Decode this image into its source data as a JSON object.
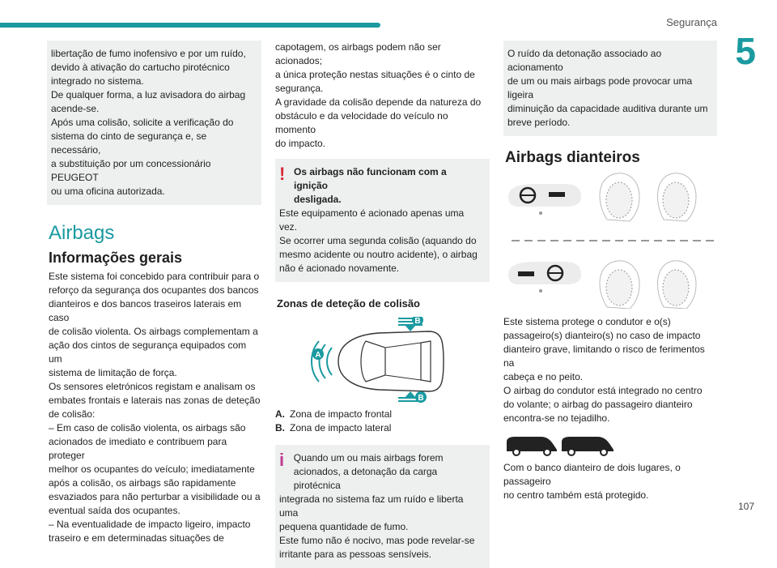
{
  "header": {
    "section": "Segurança",
    "chapter": "5",
    "page": "107"
  },
  "col1": {
    "box_lines": [
      "libertação de fumo inofensivo e por um ruído,",
      "devido à ativação do cartucho pirotécnico",
      "integrado no sistema.",
      "De qualquer forma, a luz avisadora do airbag",
      "acende-se.",
      "Após uma colisão, solicite a verificação do",
      "sistema do cinto de segurança e, se necessário,",
      "a substituição por um concessionário PEUGEOT",
      "ou uma oficina autorizada."
    ],
    "title_airbags": "Airbags",
    "title_info": "Informações gerais",
    "body_lines": [
      "Este sistema foi concebido para contribuir para o",
      "reforço da segurança dos ocupantes dos bancos",
      "dianteiros e dos bancos traseiros laterais em caso",
      "de colisão violenta. Os airbags complementam a",
      "ação dos cintos de segurança equipados com um",
      "sistema de limitação de força.",
      "Os sensores eletrónicos registam e analisam os",
      "embates frontais e laterais nas zonas de deteção",
      "de colisão:",
      "–  Em caso de colisão violenta, os airbags são",
      "acionados de imediato e contribuem para proteger",
      "melhor os ocupantes do veículo; imediatamente",
      "após a colisão, os airbags são rapidamente",
      "esvaziados para não perturbar a visibilidade ou a",
      "eventual saída dos ocupantes.",
      "–  Na eventualidade de impacto ligeiro, impacto",
      "traseiro e em determinadas situações de"
    ]
  },
  "col2": {
    "body_lines": [
      "capotagem, os airbags podem não ser acionados;",
      "a única proteção nestas situações é o cinto de",
      "segurança.",
      "A gravidade da colisão depende da natureza do",
      "obstáculo e da velocidade do veículo no momento",
      "do impacto."
    ],
    "warning_title_lines": [
      "Os airbags não funcionam com a ignição",
      "desligada."
    ],
    "warning_body_lines": [
      "Este equipamento é acionado apenas uma vez.",
      "Se ocorrer uma segunda colisão (aquando do",
      "mesmo acidente ou noutro acidente), o airbag",
      "não é acionado novamente."
    ],
    "zones_title": "Zonas de deteção de colisão",
    "diagram_labels": {
      "a": "A",
      "b": "B"
    },
    "legend": [
      {
        "key": "A.",
        "text": "Zona de impacto frontal"
      },
      {
        "key": "B.",
        "text": "Zona de impacto lateral"
      }
    ],
    "info_lines_indented": [
      "Quando um ou mais airbags forem",
      "acionados, a detonação da carga pirotécnica"
    ],
    "info_lines": [
      "integrada no sistema faz um ruído e liberta uma",
      "pequena quantidade de fumo.",
      "Este fumo não é nocivo, mas pode revelar-se",
      "irritante para as pessoas sensíveis."
    ]
  },
  "col3": {
    "box_lines": [
      "O ruído da detonação associado ao acionamento",
      "de um ou mais airbags pode provocar uma ligeira",
      "diminuição da capacidade auditiva durante um",
      "breve período."
    ],
    "title_frontal": "Airbags dianteiros",
    "body_lines": [
      "Este sistema protege o condutor e o(s)",
      "passageiro(s) dianteiro(s) no caso de impacto",
      "dianteiro grave, limitando o risco de ferimentos na",
      "cabeça e no peito.",
      "O airbag do condutor está integrado no centro",
      "do volante; o airbag do passageiro dianteiro",
      "encontra-se no tejadilho."
    ],
    "footer_lines": [
      "Com o banco dianteiro de dois lugares, o passageiro",
      "no centro também está protegido."
    ]
  }
}
